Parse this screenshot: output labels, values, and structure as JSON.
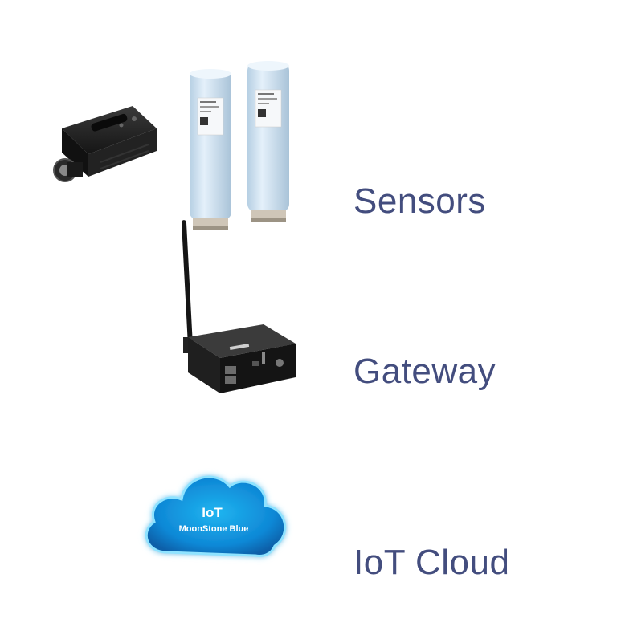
{
  "layers": [
    {
      "id": "sensors",
      "label": "Sensors"
    },
    {
      "id": "gateway",
      "label": "Gateway"
    },
    {
      "id": "cloud",
      "label": "IoT Cloud"
    }
  ],
  "cloud_logo": {
    "line1": "IoT",
    "line2": "MoonStone Blue"
  },
  "colors": {
    "label_text": "#434d7e",
    "cloud_glow": "#1fb5f0",
    "cylinder_body": "#cfe3f3",
    "device_dark": "#1c1c1c"
  }
}
